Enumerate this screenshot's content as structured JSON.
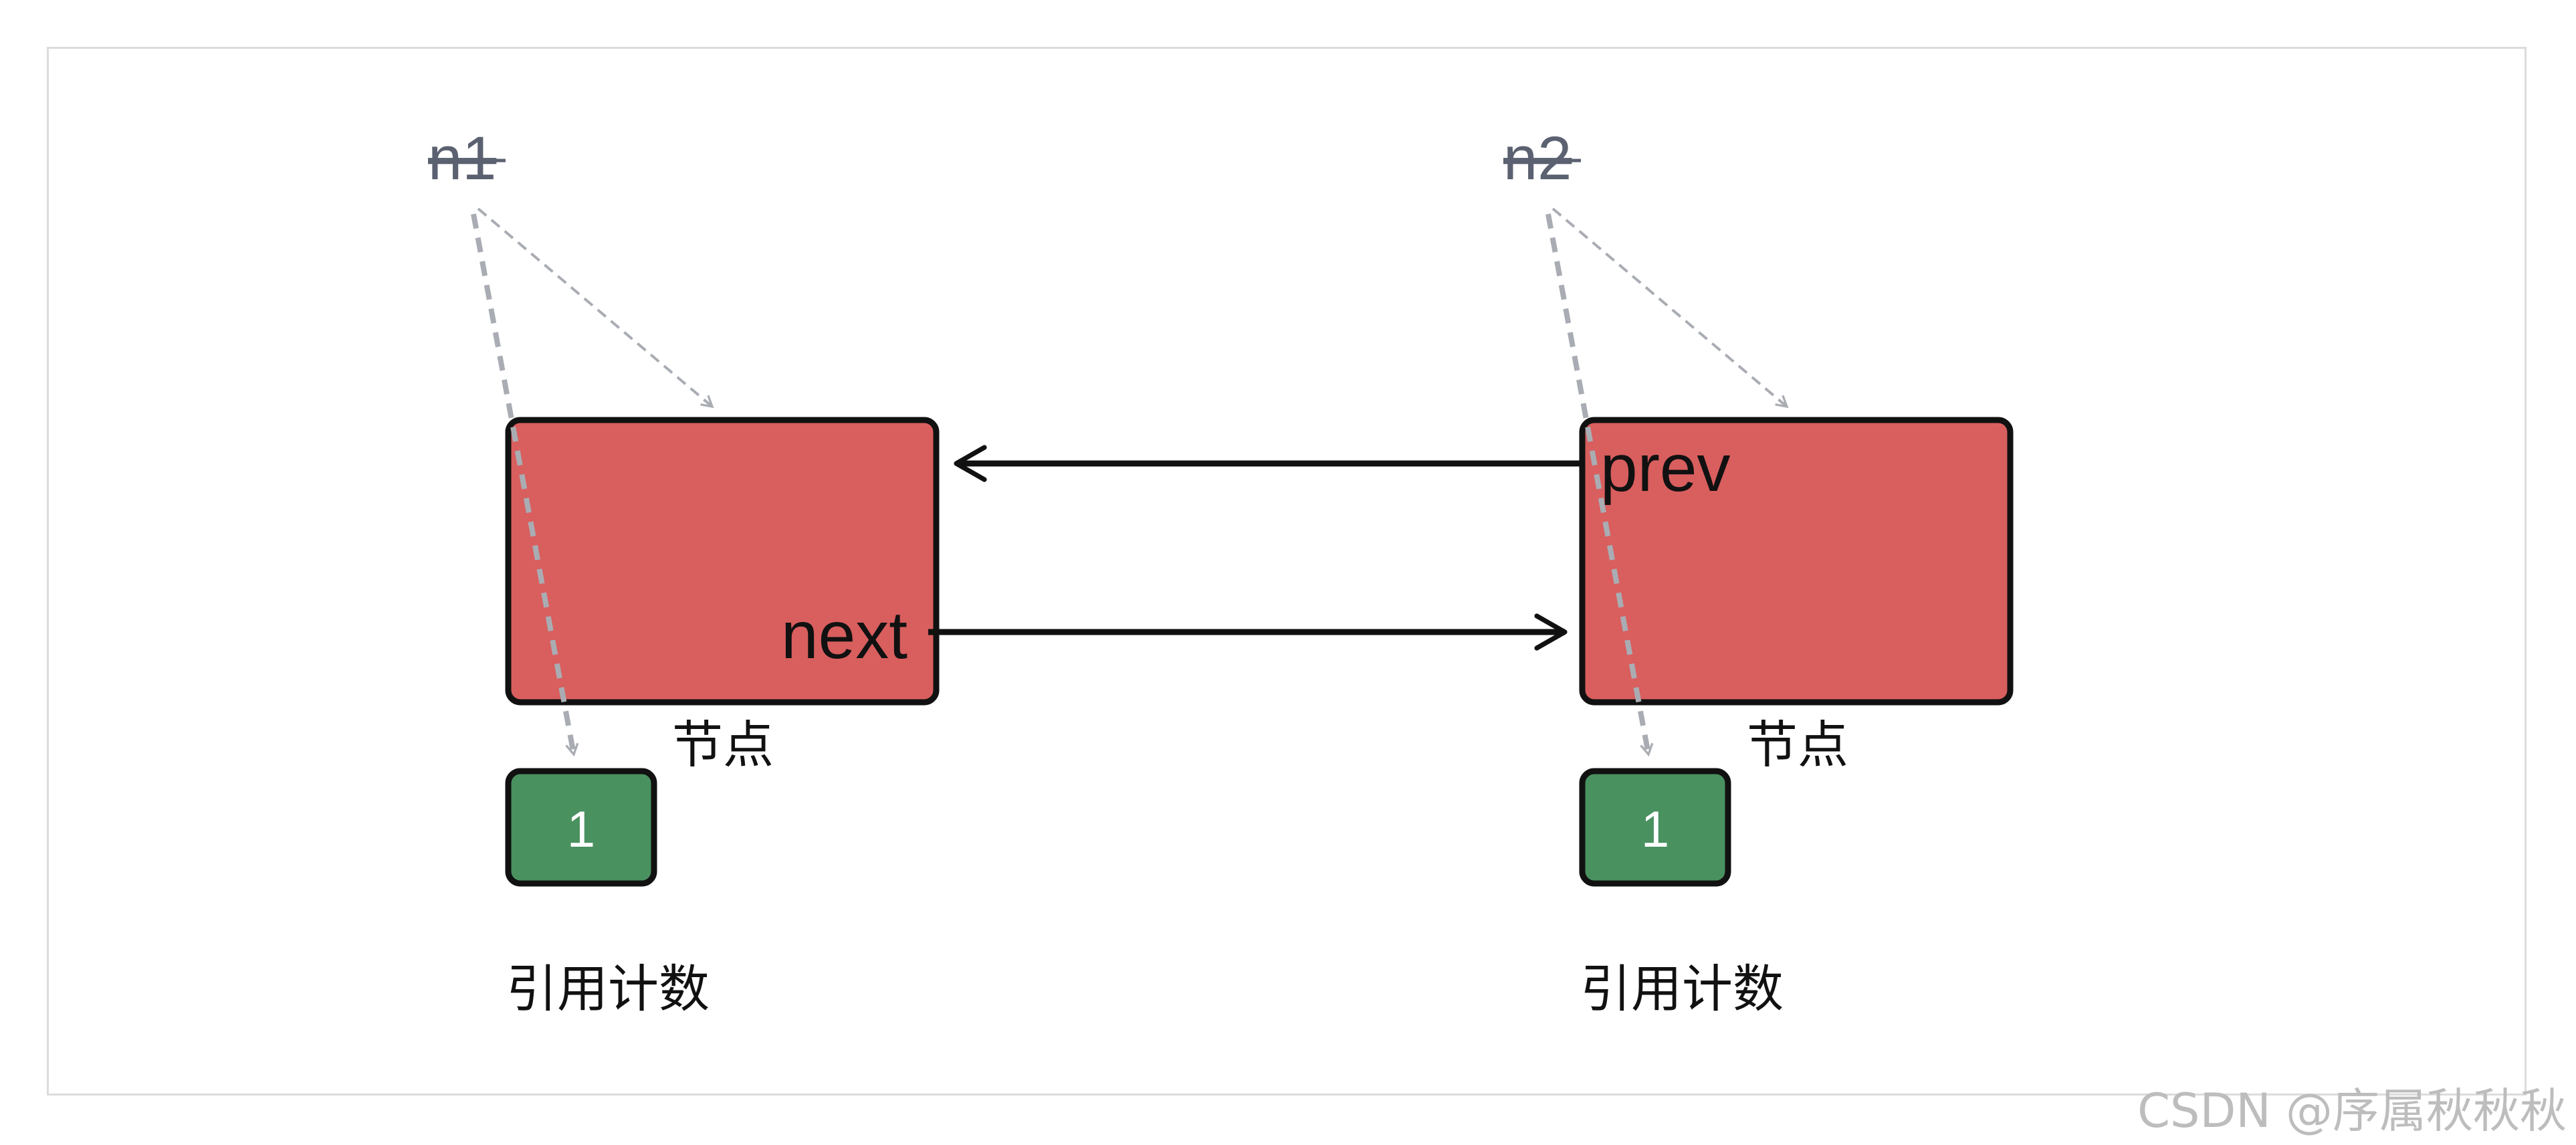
{
  "diagram": {
    "left": {
      "var_label": "n1",
      "node_caption": "节点",
      "next_label": "next",
      "refcount_value": "1",
      "refcount_caption": "引用计数"
    },
    "right": {
      "var_label": "n2",
      "node_caption": "节点",
      "prev_label": "prev",
      "refcount_value": "1",
      "refcount_caption": "引用计数"
    },
    "colors": {
      "node_fill": "#d95e5e",
      "refcount_fill": "#4a9160",
      "outline": "#111111",
      "dashed_arrow": "#a9adb3",
      "var_label": "#5b6170"
    }
  },
  "watermark": "CSDN @序属秋秋秋"
}
